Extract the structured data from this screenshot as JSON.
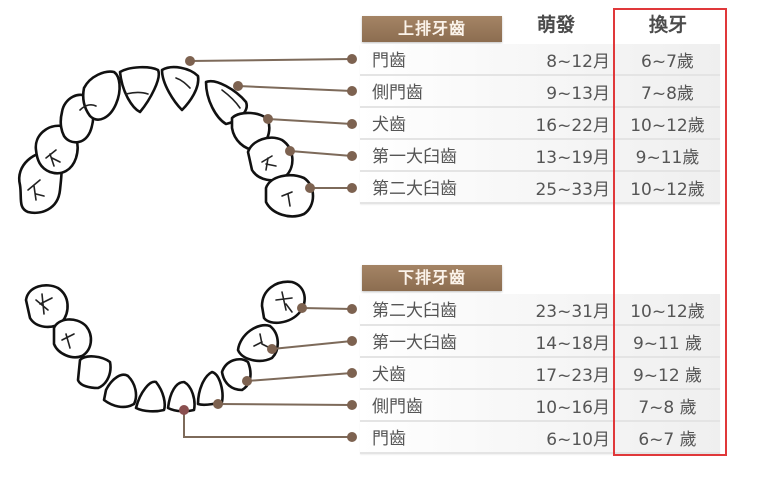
{
  "headers": {
    "erupt": "萌發",
    "shed": "換牙"
  },
  "upper": {
    "title": "上排牙齒",
    "rows": [
      {
        "name": "門齒",
        "erupt": "8~12月",
        "shed": "6~7歲"
      },
      {
        "name": "側門齒",
        "erupt": "9~13月",
        "shed": "7~8歲"
      },
      {
        "name": "犬齒",
        "erupt": "16~22月",
        "shed": "10~12歲"
      },
      {
        "name": "第一大臼齒",
        "erupt": "13~19月",
        "shed": "9~11歲"
      },
      {
        "name": "第二大臼齒",
        "erupt": "25~33月",
        "shed": "10~12歲"
      }
    ]
  },
  "lower": {
    "title": "下排牙齒",
    "rows": [
      {
        "name": "第二大臼齒",
        "erupt": "23~31月",
        "shed": "10~12歲"
      },
      {
        "name": "第一大臼齒",
        "erupt": "14~18月",
        "shed": "9~11 歲"
      },
      {
        "name": "犬齒",
        "erupt": "17~23月",
        "shed": "9~12 歲"
      },
      {
        "name": "側門齒",
        "erupt": "10~16月",
        "shed": "7~8 歲"
      },
      {
        "name": "門齒",
        "erupt": "6~10月",
        "shed": "6~7 歲"
      }
    ]
  },
  "colors": {
    "title_bg": "#977658",
    "leader_line": "#7d6a5a",
    "dot": "#7d6250",
    "lower_incisor_dot": "#8a4f4f",
    "highlight": "#e0383a",
    "text": "#555555"
  }
}
